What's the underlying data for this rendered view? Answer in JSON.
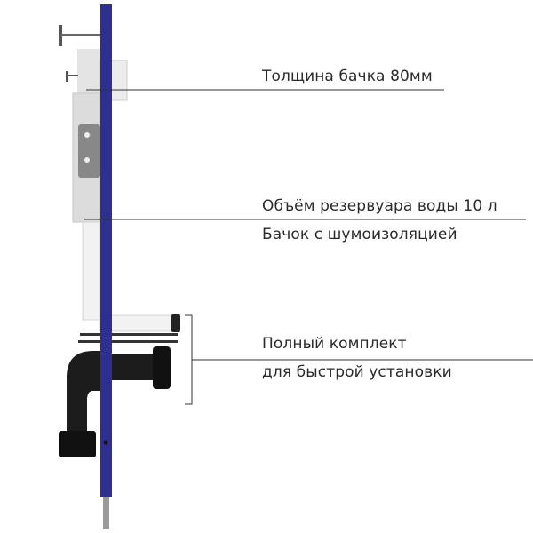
{
  "callouts": {
    "tank_thickness": "Толщина бачка 80мм",
    "tank_volume": "Объём резервуара воды 10 л",
    "noise_insulation": "Бачок с шумоизоляцией",
    "kit_line1": "Полный комплект",
    "kit_line2": "для быстрой установки"
  },
  "colors": {
    "frame": "#2f2f8f",
    "tank": "#e8e8e8",
    "pipes": "#1a1a1a",
    "text": "#2a2a2a"
  }
}
